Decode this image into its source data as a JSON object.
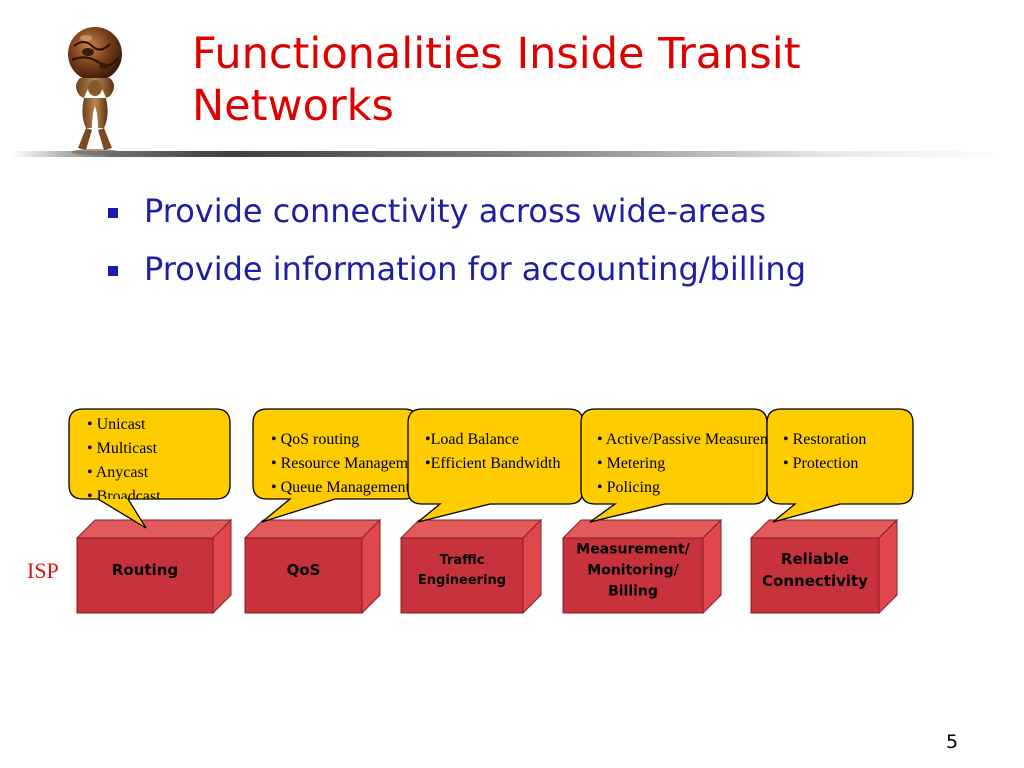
{
  "slide": {
    "title_line1": "Functionalities Inside Transit",
    "title_line2": "Networks",
    "bullets": [
      "Provide connectivity across wide-areas",
      "Provide information for accounting/billing"
    ],
    "isp_label": "ISP",
    "page_number": "5"
  },
  "diagram": {
    "blocks": [
      {
        "lines": [
          "Routing"
        ]
      },
      {
        "lines": [
          "QoS"
        ]
      },
      {
        "lines": [
          "Traffic",
          "Engineering"
        ]
      },
      {
        "lines": [
          "Measurement/",
          "Monitoring/",
          "Billing"
        ]
      },
      {
        "lines": [
          "Reliable",
          "Connectivity"
        ]
      }
    ],
    "callouts": [
      {
        "items": [
          "• Unicast",
          "• Multicast",
          "• Anycast",
          "• Broadcast"
        ]
      },
      {
        "items": [
          "• QoS routing",
          "• Resource Management",
          "• Queue Management"
        ]
      },
      {
        "items": [
          "•Load Balance",
          "•Efficient Bandwidth"
        ]
      },
      {
        "items": [
          "• Active/Passive Measurement",
          "• Metering",
          "• Policing"
        ]
      },
      {
        "items": [
          "• Restoration",
          "• Protection"
        ]
      }
    ],
    "colors": {
      "block_front": "#c8323c",
      "block_side": "#e0474d",
      "block_top": "#e35a5a",
      "block_edge": "#8a1f25",
      "callout_fill": "#ffcc00",
      "callout_stroke": "#000000"
    }
  },
  "logo": {
    "icon": "atlas-globe-figure-icon"
  }
}
